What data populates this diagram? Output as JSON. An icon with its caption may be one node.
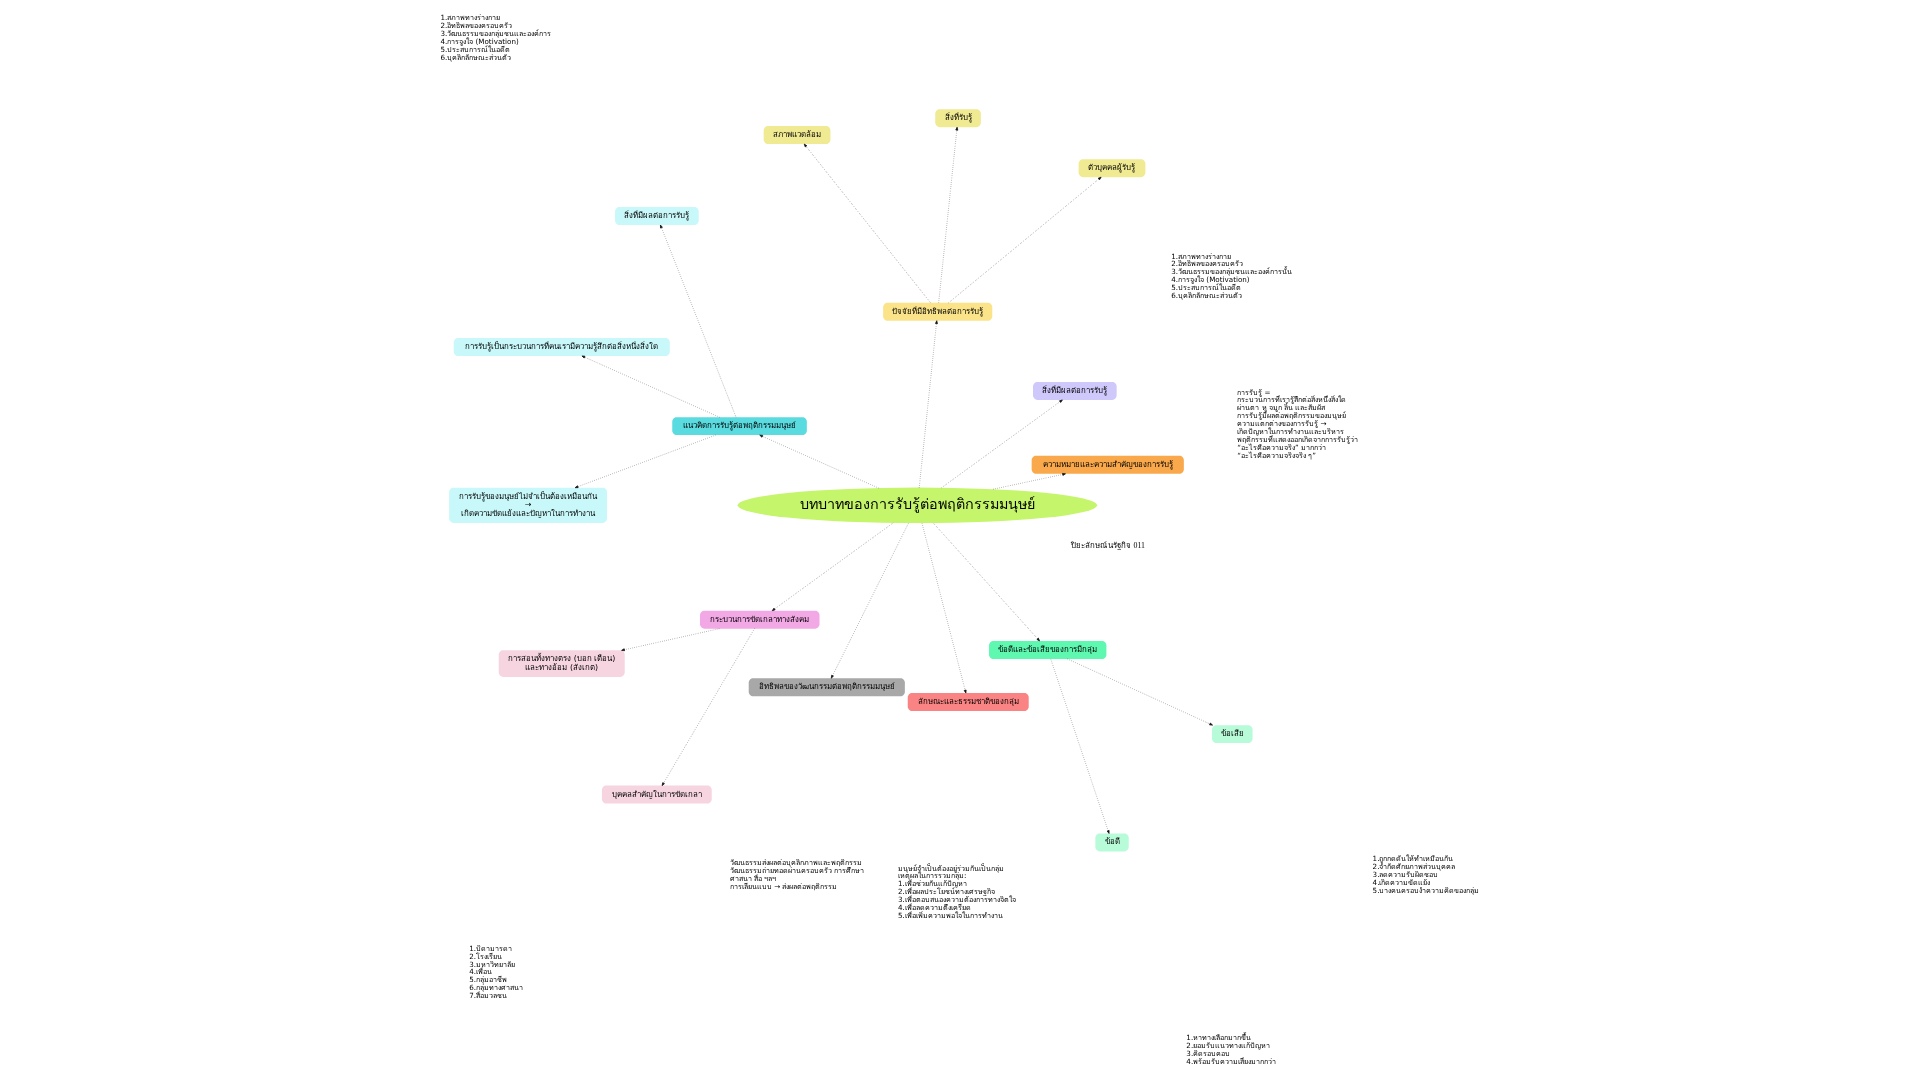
{
  "diagram": {
    "nodes": [
      {
        "text": [
          "บทบาทของการรับรู้ต่อพฤติกรรมมนุษย์"
        ]
      },
      {
        "text": [
          "ความหมายและความสำคัญของการรับรู้"
        ],
        "beside": [
          "การรับรู้ = กระบวนการที่เรารู้สึกต่อสิ่งหนึ่งสิ่งใด ผ่านตา หู จมูก ลิ้น และสัมผัส",
          "การรับรู้มีผลต่อพฤติกรรมของมนุษย์",
          "ความแตกต่างของการรับรู้ → เกิดปัญหาในการทำงานและบริหาร",
          "พฤติกรรมที่แสดงออกเกิดจากการรับรู้ว่า “อะไรคือความจริง” มากกว่า “อะไรคือความจริงจริง ๆ”"
        ]
      },
      {
        "text": [
          "สิ่งที่มีผลต่อการรับรู้"
        ],
        "beside": [
          "1.สภาพทางร่างกาย",
          "2.อิทธิพลของครอบครัว",
          "3.วัฒนธรรมของกลุ่มชนและองค์การนั้น",
          "4.การจูงใจ (Motivation)",
          "5.ประสบการณ์ในอดีต",
          "6.บุคลิกลักษณะส่วนตัว"
        ]
      },
      {
        "text": [
          "ตัวบุคคลผู้รับรู้"
        ]
      },
      {
        "text": [
          "ปัจจัยที่มีอิทธิพลต่อการรับรู้"
        ]
      },
      {
        "text": [
          "สิ่งที่รับรู้"
        ]
      },
      {
        "text": [
          "สภาพแวดล้อม"
        ]
      },
      {
        "text": [
          "แนวคิดการรับรู้ต่อพฤติกรรมมนุษย์"
        ]
      },
      {
        "text": [
          "สิ่งที่มีผลต่อการรับรู้"
        ],
        "beside": [
          "1.สภาพทางร่างกาย",
          "2.อิทธิพลของครอบครัว",
          "3.วัฒนธรรมของกลุ่มชนและองค์การ",
          "4.การจูงใจ (Motivation)",
          "5.ประสบการณ์ในอดีต",
          "6.บุคลิกลักษณะส่วนตัว"
        ]
      },
      {
        "text": [
          "การรับรู้เป็นกระบวนการที่คนเรามีความรู้สึกต่อสิ่งหนึ่งสิ่งใด"
        ]
      },
      {
        "text": [
          "การรับรู้ของมนุษย์ไม่จำเป็นต้องเหมือนกัน → เกิดความขัดแย้งและปัญหาในการทำงาน"
        ]
      },
      {
        "text": [
          "กระบวนการขัดเกลาทางสังคม"
        ]
      },
      {
        "text": [
          "การสอนทั้งทางตรง (บอก เตือน) และทางอ้อม (สังเกต)"
        ]
      },
      {
        "text": [
          "บุคคลสำคัญในการขัดเกลา"
        ],
        "beside": [
          "1.บิดามารดา",
          "2.โรงเรียน",
          "3.มหาวิทยาลัย",
          "4.เพื่อน",
          "5.กลุ่มอาชีพ",
          "6.กลุ่มทางศาสนา",
          "7.สื่อมวลชน"
        ]
      },
      {
        "text": [
          "อิทธิพลของวัฒนกรรมต่อพฤติกรรมมนุษย์"
        ],
        "beside": [
          "วัฒนธรรมส่งผลต่อบุคลิกภาพและพฤติกรรม",
          "วัฒนธรรมถ่ายทอดผ่านครอบครัว การศึกษา ศาสนา สื่อ ฯลฯ",
          "การเลียนแบบ → ส่งผลต่อพฤติกรรม"
        ]
      },
      {
        "text": [
          "ลักษณะและธรรมชาติของกลุ่ม"
        ],
        "beside": [
          "มนุษย์จำเป็นต้องอยู่ร่วมกันเป็นกลุ่ม",
          "เหตุผลในการรวมกลุ่ม:",
          "1.เพื่อช่วยกันแก้ปัญหา",
          "2.เพื่อผลประโยชน์ทางเศรษฐกิจ",
          "3.เพื่อตอบสนองความต้องการทางจิตใจ",
          "4.เพื่อลดความตึงเครียด",
          "5.เพื่อเพิ่มความพอใจในการทำงาน"
        ]
      },
      {
        "text": [
          "ข้อดีและข้อเสียของการมีกลุ่ม"
        ]
      },
      {
        "text": [
          "ข้อดี"
        ],
        "beside": [
          "1.หาทางเลือกมากขึ้น",
          "2.ยอมรับแนวทางแก้ปัญหา",
          "3.คิดรอบคอบ",
          "4.พร้อมรับความเสี่ยงมากกว่า"
        ]
      },
      {
        "text": [
          "ข้อเสีย"
        ],
        "beside": [
          "1.ถูกกดดันให้ทำเหมือนกัน",
          "2.จำกัดศักยภาพส่วนบุคคล",
          "3.ลดความรับผิดชอบ",
          "4.เกิดความขัดแย้ง",
          "5.บางคนครอบงำความคิดของกลุ่ม"
        ]
      }
    ],
    "edges": [
      {
        "from": 0,
        "to": 1,
        "arrow": "to"
      },
      {
        "from": 0,
        "to": 2,
        "arrow": "to"
      },
      {
        "from": 0,
        "to": 4,
        "arrow": "to"
      },
      {
        "from": 4,
        "to": 3,
        "arrow": "to"
      },
      {
        "from": 4,
        "to": 5,
        "arrow": "to"
      },
      {
        "from": 4,
        "to": 6,
        "arrow": "to"
      },
      {
        "from": 0,
        "to": 7,
        "arrow": "to"
      },
      {
        "from": 7,
        "to": 8,
        "arrow": "to"
      },
      {
        "from": 7,
        "to": 9,
        "arrow": "to"
      },
      {
        "from": 7,
        "to": 10,
        "arrow": "to"
      },
      {
        "from": 0,
        "to": 11,
        "arrow": "to"
      },
      {
        "from": 11,
        "to": 12,
        "arrow": "to"
      },
      {
        "from": 11,
        "to": 13,
        "arrow": "to"
      },
      {
        "from": 0,
        "to": 14,
        "arrow": "to"
      },
      {
        "from": 0,
        "to": 15,
        "arrow": "to"
      },
      {
        "from": 0,
        "to": 16,
        "arrow": "to"
      },
      {
        "from": 16,
        "to": 17,
        "arrow": "to"
      },
      {
        "from": 16,
        "to": 18,
        "arrow": "to"
      }
    ],
    "labels": [
      "ปิยะลักษณ์ นรัฐกิจ 011"
    ]
  }
}
